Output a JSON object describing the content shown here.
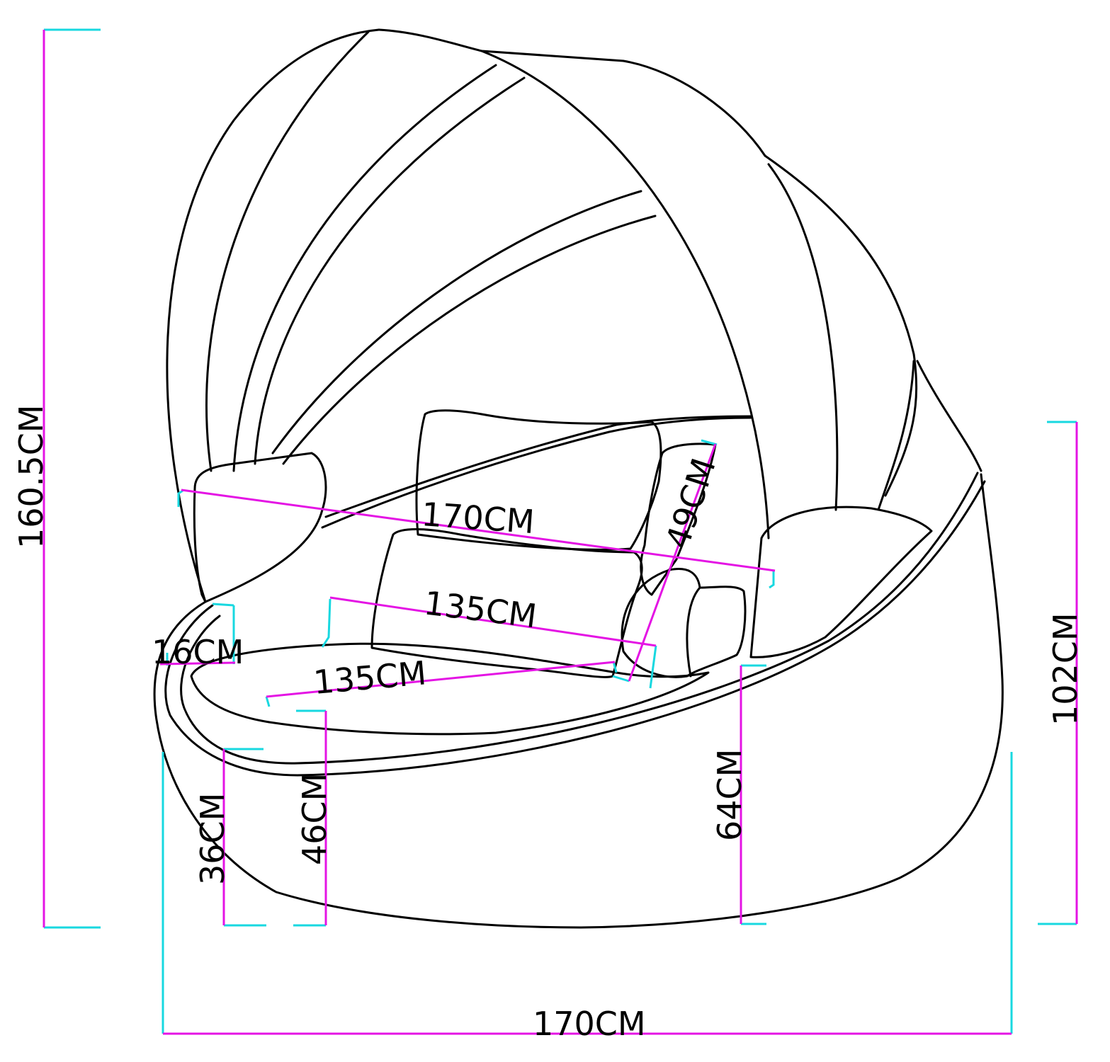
{
  "colors": {
    "dimension_line": "#e414e4",
    "extension_line": "#18d8e0",
    "outline": "#000000",
    "background": "#ffffff"
  },
  "dimensions": {
    "total_height": "160.5CM",
    "total_width": "170CM",
    "body_height": "102CM",
    "canopy_width": "170CM",
    "back_cushion_length": "135CM",
    "seat_cushion_length": "135CM",
    "side_depth": "49CM",
    "rim_thickness": "16CM",
    "seat_height_inner": "36CM",
    "seat_height_outer": "46CM",
    "rim_height": "64CM"
  }
}
